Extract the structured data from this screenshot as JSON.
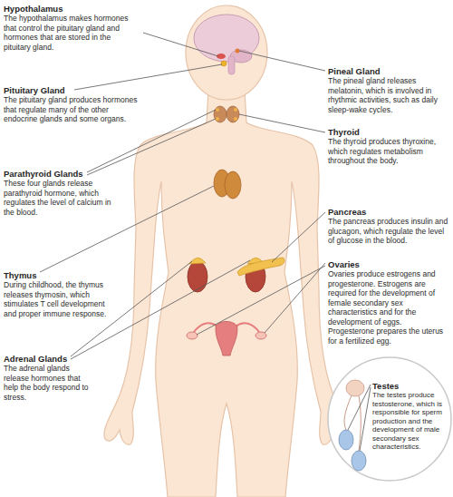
{
  "diagram": {
    "labels": [
      "Hypothalamus",
      "The hypothalamus makes hormones that control the pituitary gland and hormones that are stored in the pituitary gland.",
      "Pineal Gland",
      "The pineal gland releases melatonin, which is involved in rhythmic activities, such as daily sleep-wake cycles.",
      "Pituitary Gland",
      "The pituitary gland produces hormones that regulate many of the other endocrine glands and some organs.",
      "Thyroid",
      "The thyroid produces thyroxine, which regulates metabolism throughout the body.",
      "Parathyroid Glands",
      "These four glands release parathyroid hormone, which regulates the level of calcium in the blood.",
      "Pancreas",
      "The pancreas produces insulin and glucagon, which regulate the level of glucose in the blood.",
      "Thymus",
      "During childhood, the thymus releases thymosin, which stimulates T cell development and proper immune response.",
      "Ovaries",
      "Ovaries produce estrogens and progesterone. Estrogens are required for the development of female secondary sex characteristics and for the development of eggs. Progesterone prepares the uterus for a fertilized egg.",
      "Adrenal Glands",
      "The adrenal glands release hormones that help the body respond to stress.",
      "Testes",
      "The testes produce testosterone, which is responsible for sperm production and the development of male secondary sex characteristics."
    ]
  }
}
